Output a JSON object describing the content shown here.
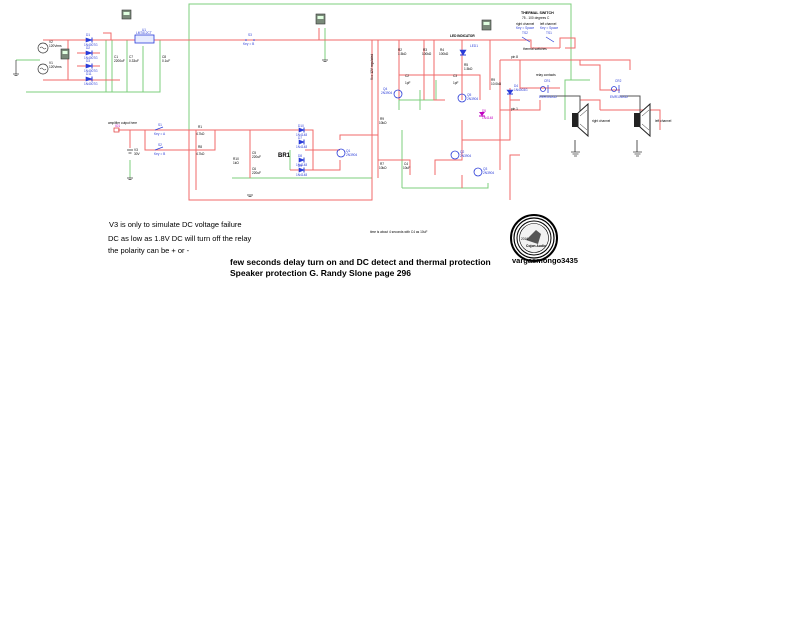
{
  "title": "Speaker protection G. Randy Slone page 296",
  "power_supply": {
    "sources": [
      {
        "ref": "V2",
        "value": "120Vrms",
        "freq": "60Hz",
        "phase": "0°"
      },
      {
        "ref": "V1",
        "value": "120Vrms",
        "freq": "60Hz",
        "phase": "0°"
      }
    ],
    "diodes": [
      {
        "ref": "D1",
        "part": "1N4007G"
      },
      {
        "ref": "D2",
        "part": "1N4007G"
      },
      {
        "ref": "D3",
        "part": "1N4007G"
      },
      {
        "ref": "D11",
        "part": "1N4007G"
      }
    ],
    "regulator": {
      "ref": "U1",
      "part": "LM7812CT"
    },
    "capacitors": [
      {
        "ref": "C1",
        "value": "2200uF"
      },
      {
        "ref": "C7",
        "value": "0.33uF"
      },
      {
        "ref": "C8",
        "value": "0.1uF"
      }
    ],
    "probes": [
      "XMM1",
      "XMM2",
      "XMM3"
    ]
  },
  "main_switch": {
    "ref": "S3",
    "key": "Key = B"
  },
  "vertical_label": "Vcc 12V regulated",
  "input": {
    "label": "amplifier output here",
    "connector": "IO1",
    "dc_source": {
      "ref": "V3",
      "value": "30V"
    },
    "switches": [
      {
        "ref": "S1",
        "key": "Key = A"
      },
      {
        "ref": "S2",
        "key": "Key = B"
      }
    ],
    "resistors": [
      {
        "ref": "R1",
        "value": "4.7kΩ"
      },
      {
        "ref": "R8",
        "value": "4.7kΩ"
      },
      {
        "ref": "R10",
        "value": "1kΩ"
      }
    ],
    "capacitors": [
      {
        "ref": "C5",
        "value": "220uF"
      },
      {
        "ref": "C6",
        "value": "220uF"
      }
    ]
  },
  "bridge": {
    "label": "BR1",
    "diodes": [
      {
        "ref": "D10",
        "part": "1N4148"
      },
      {
        "ref": "D7",
        "part": "1N4148"
      },
      {
        "ref": "D8",
        "part": "1N4148"
      },
      {
        "ref": "D9",
        "part": "1N4148"
      }
    ]
  },
  "transistors": [
    {
      "ref": "Q1",
      "part": "2N3904"
    },
    {
      "ref": "Q2",
      "part": "2N3904"
    },
    {
      "ref": "Q3",
      "part": "2N3904"
    },
    {
      "ref": "Q4",
      "part": "2N3904"
    },
    {
      "ref": "Q5",
      "part": "2N3904"
    }
  ],
  "delay_network": {
    "resistors": [
      {
        "ref": "R2",
        "value": "1.5kΩ"
      },
      {
        "ref": "R3",
        "value": "100kΩ"
      },
      {
        "ref": "R4",
        "value": "100kΩ"
      },
      {
        "ref": "R5",
        "value": "1.5kΩ"
      },
      {
        "ref": "R6",
        "value": "10kΩ"
      },
      {
        "ref": "R7",
        "value": "10kΩ"
      },
      {
        "ref": "R9",
        "value": "10.0kΩ"
      }
    ],
    "capacitors": [
      {
        "ref": "C2",
        "value": "1pF"
      },
      {
        "ref": "C3",
        "value": "1pF"
      },
      {
        "ref": "C4",
        "value": "10uF"
      }
    ],
    "led": {
      "ref": "LED1",
      "label": "LED INDICATOR"
    },
    "diode_d5": {
      "ref": "D5",
      "part": "1N4148"
    },
    "diode_d4": {
      "ref": "D4",
      "part": "1N4003G"
    }
  },
  "thermal": {
    "title": "THERMAL SWITCH",
    "range": "75 - 100 degrees C",
    "right": {
      "label": "right channel",
      "key": "Key = Space",
      "ref": "TS2"
    },
    "left": {
      "label": "left channel",
      "key": "Key = Space",
      "ref": "TS1"
    },
    "caption": "thermal switches"
  },
  "relay": {
    "label": "relay contacts",
    "pins": [
      "pin 8",
      "pin 1"
    ],
    "contacts": [
      {
        "ref": "CR1",
        "part": "EMR101A12"
      },
      {
        "ref": "CR2",
        "part": "EMR101A12"
      }
    ]
  },
  "speakers": [
    {
      "label": "right channel"
    },
    {
      "label": "left channel"
    }
  ],
  "notes": {
    "v3": "V3 is only to simulate DC voltage failure",
    "dc_low": "DC as low as 1.8V DC will turn off the relay",
    "polarity": "the polarity can be + or -",
    "timing": "time is about 4 seconds with C4 as 10uF",
    "headline": "few seconds delay turn on and DC detect and thermal protection",
    "credit": "Speaker protection G. Randy Slone page 296"
  },
  "badge": {
    "year": "2016",
    "name": "Cojon Audio",
    "caption": "vargasmongo3435"
  },
  "colors": {
    "wire_power": "#f06a6a",
    "wire_ground": "#7ccf7c",
    "component": "#2a3cd8",
    "led_diode": "#c000c0"
  }
}
